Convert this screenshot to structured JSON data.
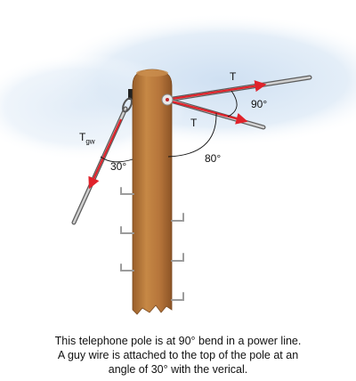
{
  "labels": {
    "tension_upper": "T",
    "tension_lower": "T",
    "guy_wire_main": "T",
    "guy_wire_sub": "gw",
    "angle_between_lines": "90°",
    "angle_lower_line_vertical": "80°",
    "angle_guy_wire": "30°"
  },
  "caption": {
    "line1": "This telephone pole is at 90° bend in a power line.",
    "line2": "A guy wire is attached to the top of the pole at an",
    "line3": "angle of 30° with the verical."
  },
  "colors": {
    "pole": "#b8773a",
    "pole_dark": "#8a5525",
    "sky": "#dde9f5",
    "arrow": "#e0222a",
    "wire": "#9a9a9a",
    "steps": "#9c9c9c"
  }
}
